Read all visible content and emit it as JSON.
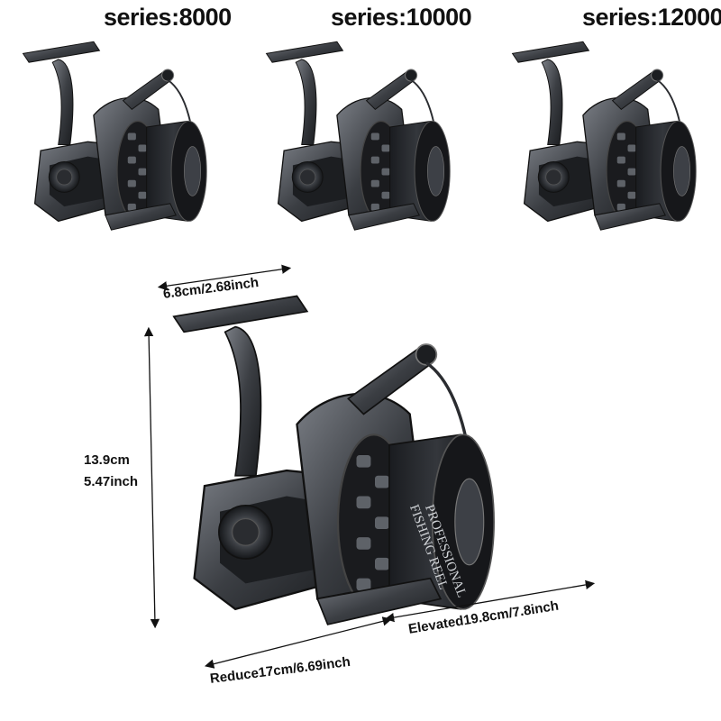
{
  "series": [
    {
      "label": "series:8000"
    },
    {
      "label": "series:10000"
    },
    {
      "label": "series:12000"
    }
  ],
  "spool_text": {
    "brand": "PROFESSIONAL",
    "line": "FISHING REEL"
  },
  "dimensions": {
    "handle_width": "6.8cm/2.68inch",
    "height_cm": "13.9cm",
    "height_in": "5.47inch",
    "elevated": "Elevated19.8cm/7.8inch",
    "reduce": "Reduce17cm/6.69inch"
  },
  "colors": {
    "body": "#3a3d42",
    "body_dark": "#1c1e21",
    "accent": "#6b6f75",
    "text": "#111111"
  }
}
